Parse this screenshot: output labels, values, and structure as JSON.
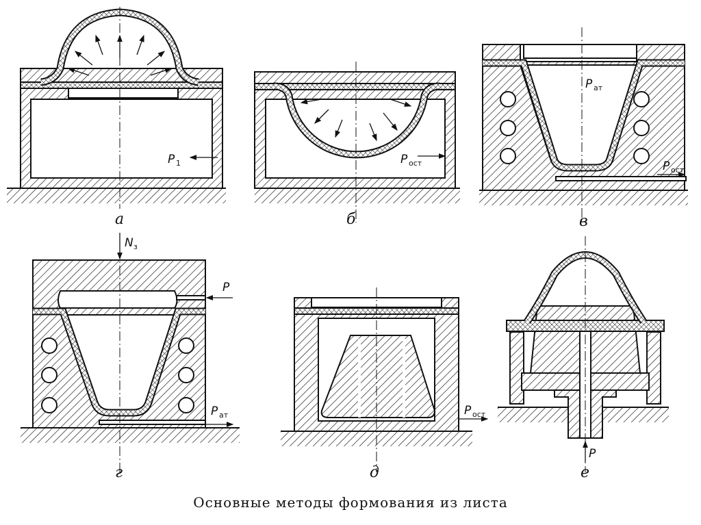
{
  "caption": "Основные методы формования из листа",
  "figures": [
    {
      "label": "а",
      "pressure": "P",
      "pressure_sub": "1"
    },
    {
      "label": "б",
      "pressure": "P",
      "pressure_sub": "ост"
    },
    {
      "label": "в",
      "pressure": "P",
      "pressure_sub": "ат",
      "pressure2": "P",
      "pressure2_sub": "ост"
    },
    {
      "label": "г",
      "force": "N",
      "force_sub": "з",
      "pressure": "P",
      "pressure2": "P",
      "pressure2_sub": "ат"
    },
    {
      "label": "д",
      "pressure": "P",
      "pressure_sub": "ост"
    },
    {
      "label": "е",
      "pressure": "P"
    }
  ]
}
